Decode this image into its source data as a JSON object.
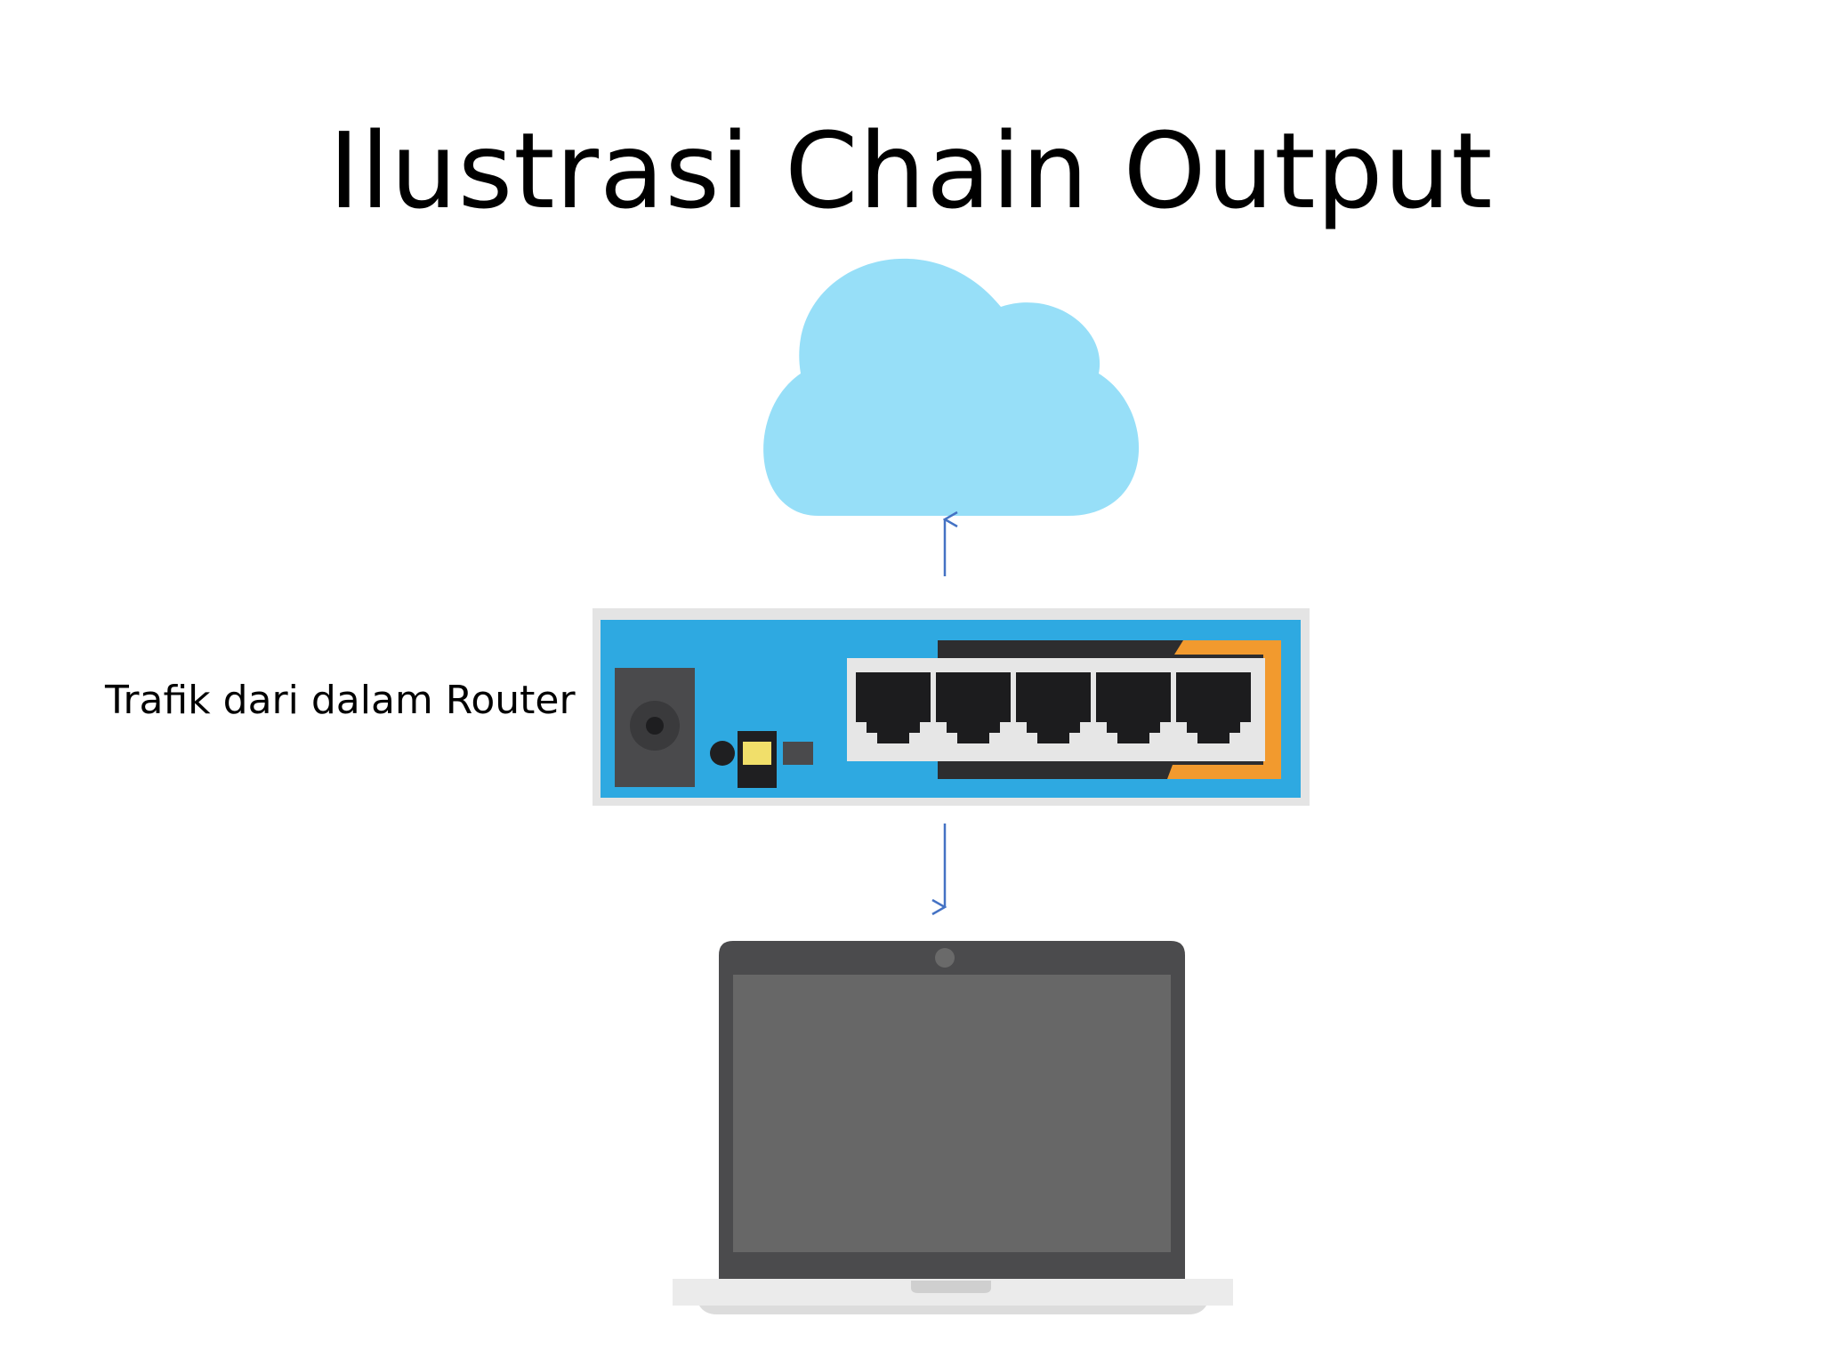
{
  "slide": {
    "title": "Ilustrasi Chain Output",
    "router_label": "Trafik dari dalam Router"
  },
  "nodes": [
    {
      "id": "internet",
      "icon": "cloud-icon"
    },
    {
      "id": "router",
      "icon": "router-icon",
      "ports": 5
    },
    {
      "id": "client",
      "icon": "laptop-icon"
    }
  ],
  "edges": [
    {
      "from": "router",
      "to": "internet"
    },
    {
      "from": "router",
      "to": "client"
    }
  ],
  "colors": {
    "cloud": "#97dff8",
    "router_body": "#2ea9e1",
    "router_accent": "#f29a2e",
    "arrow": "#4472c4",
    "laptop_frame": "#4b4b4d",
    "laptop_screen": "#676767"
  }
}
